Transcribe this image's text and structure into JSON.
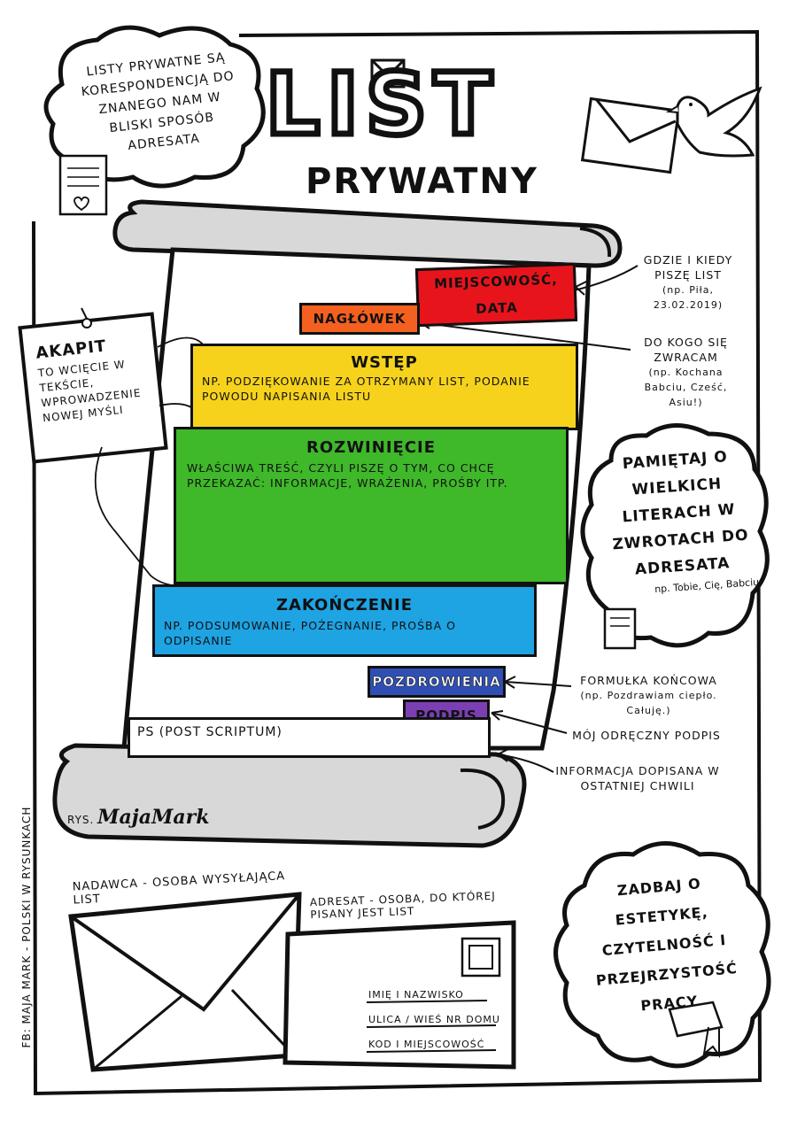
{
  "title": {
    "main": "LIST",
    "sub": "PRYWATNY"
  },
  "intro_cloud": {
    "text": "LISTY PRYWATNE SĄ KORESPONDENCJĄ DO ZNANEGO NAM W BLISKI SPOSÓB ADRESATA"
  },
  "scroll": {
    "miejscowosc_data": "MIEJSCOWOŚĆ, DATA",
    "naglowek": "NAGŁÓWEK",
    "wstep": {
      "title": "WSTĘP",
      "text": "NP. PODZIĘKOWANIE ZA OTRZYMANY LIST, PODANIE POWODU NAPISANIA LISTU"
    },
    "rozwiniecie": {
      "title": "ROZWINIĘCIE",
      "text": "WŁAŚCIWA TREŚĆ, CZYLI PISZĘ O TYM, CO CHCĘ PRZEKAZAĆ: INFORMACJE, WRAŻENIA, PROŚBY ITP."
    },
    "zakonczenie": {
      "title": "ZAKOŃCZENIE",
      "text": "NP. PODSUMOWANIE, POŻEGNANIE, PROŚBA O ODPISANIE"
    },
    "pozdrowienia": "POZDROWIENIA",
    "podpis": "PODPIS",
    "ps": "PS (POST SCRIPTUM)",
    "signature": {
      "prefix": "RYS.",
      "name": "MajaMark"
    }
  },
  "akapit": {
    "title": "AKAPIT",
    "text": "TO WCIĘCIE W TEKŚCIE, WPROWADZENIE NOWEJ MYŚLI"
  },
  "notes": {
    "gdzie_kiedy": "GDZIE I KIEDY PISZĘ LIST",
    "gdzie_kiedy_example": "(np. Piła, 23.02.2019)",
    "do_kogo": "DO KOGO SIĘ ZWRACAM",
    "do_kogo_example": "(np. Kochana Babciu, Cześć, Asiu!)",
    "formulka": "FORMUŁKA KOŃCOWA",
    "formulka_example": "(np. Pozdrawiam ciepło. Całuję.)",
    "podpis_note": "MÓJ ODRĘCZNY PODPIS",
    "informacja": "INFORMACJA DOPISANA W OSTATNIEJ CHWILI"
  },
  "pamietaj_cloud": {
    "text": "PAMIĘTAJ O WIELKICH LITERACH W ZWROTACH DO ADRESATA",
    "example": "np. Tobie, Cię, Babciu"
  },
  "zadbaj_cloud": {
    "text": "ZADBAJ O ESTETYKĘ, CZYTELNOŚĆ I PRZEJRZYSTOŚĆ PRACY"
  },
  "envelope": {
    "nadawca": "NADAWCA - OSOBA WYSYŁAJĄCA LIST",
    "adresat": "ADRESAT - OSOBA, DO KTÓREJ PISANY JEST LIST",
    "lines": [
      "IMIĘ I NAZWISKO",
      "ULICA / WIEŚ NR DOMU",
      "KOD I MIEJSCOWOŚĆ"
    ]
  },
  "side_credit": "FB: MAJA MARK - POLSKI W RYSUNKACH",
  "colors": {
    "red": "#e8141c",
    "orange": "#f4601f",
    "yellow": "#f6d21c",
    "green": "#3fb82a",
    "blue": "#1ea3e3",
    "navy": "#2f4fb5",
    "purple": "#7b3fb3"
  }
}
